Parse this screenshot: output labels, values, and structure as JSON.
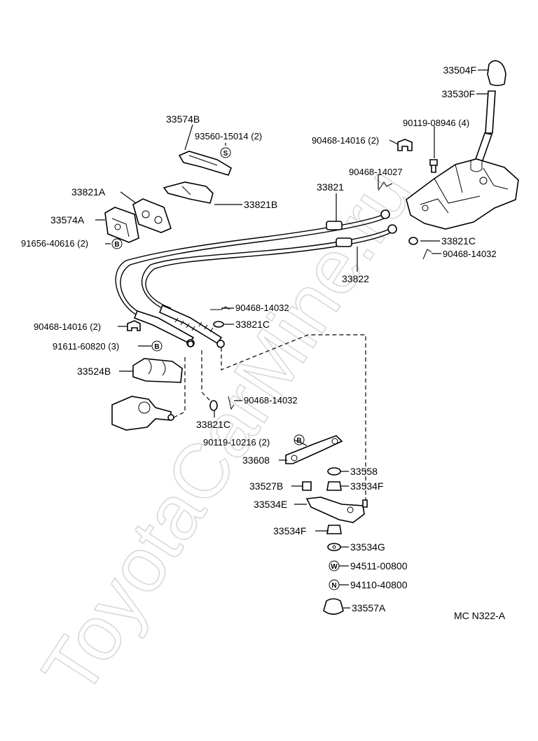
{
  "watermark": "ToyotaCarMine.ru",
  "figure_code": "MC  N322-A",
  "labels": {
    "p33504F": "33504F",
    "p33530F": "33530F",
    "p90119_08946": "90119-08946 (4)",
    "p90468_14016_top": "90468-14016 (2)",
    "p90468_14027": "90468-14027",
    "p33821": "33821",
    "p33821C_r": "33821C",
    "p90468_14032_r": "90468-14032",
    "p33822": "33822",
    "p33574B": "33574B",
    "p93560_15014": "93560-15014 (2)",
    "p33821A": "33821A",
    "p33821B": "33821B",
    "p33574A": "33574A",
    "p91656_40616": "91656-40616 (2)",
    "p90468_14032_m": "90468-14032",
    "p33821C_m": "33821C",
    "p90468_14016_l": "90468-14016 (2)",
    "p91611_60820": "91611-60820 (3)",
    "p33524B": "33524B",
    "p90468_14032_b": "90468-14032",
    "p33821C_b": "33821C",
    "p90119_10216": "90119-10216 (2)",
    "p33608": "33608",
    "p33558": "33558",
    "p33527B": "33527B",
    "p33534F_a": "33534F",
    "p33534E": "33534E",
    "p33534F_b": "33534F",
    "p33534G": "33534G",
    "p94511_00800": "94511-00800",
    "p94110_40800": "94110-40800",
    "p33557A": "33557A"
  },
  "symbols": {
    "s": "S",
    "b": "B",
    "w": "W",
    "n": "N"
  }
}
